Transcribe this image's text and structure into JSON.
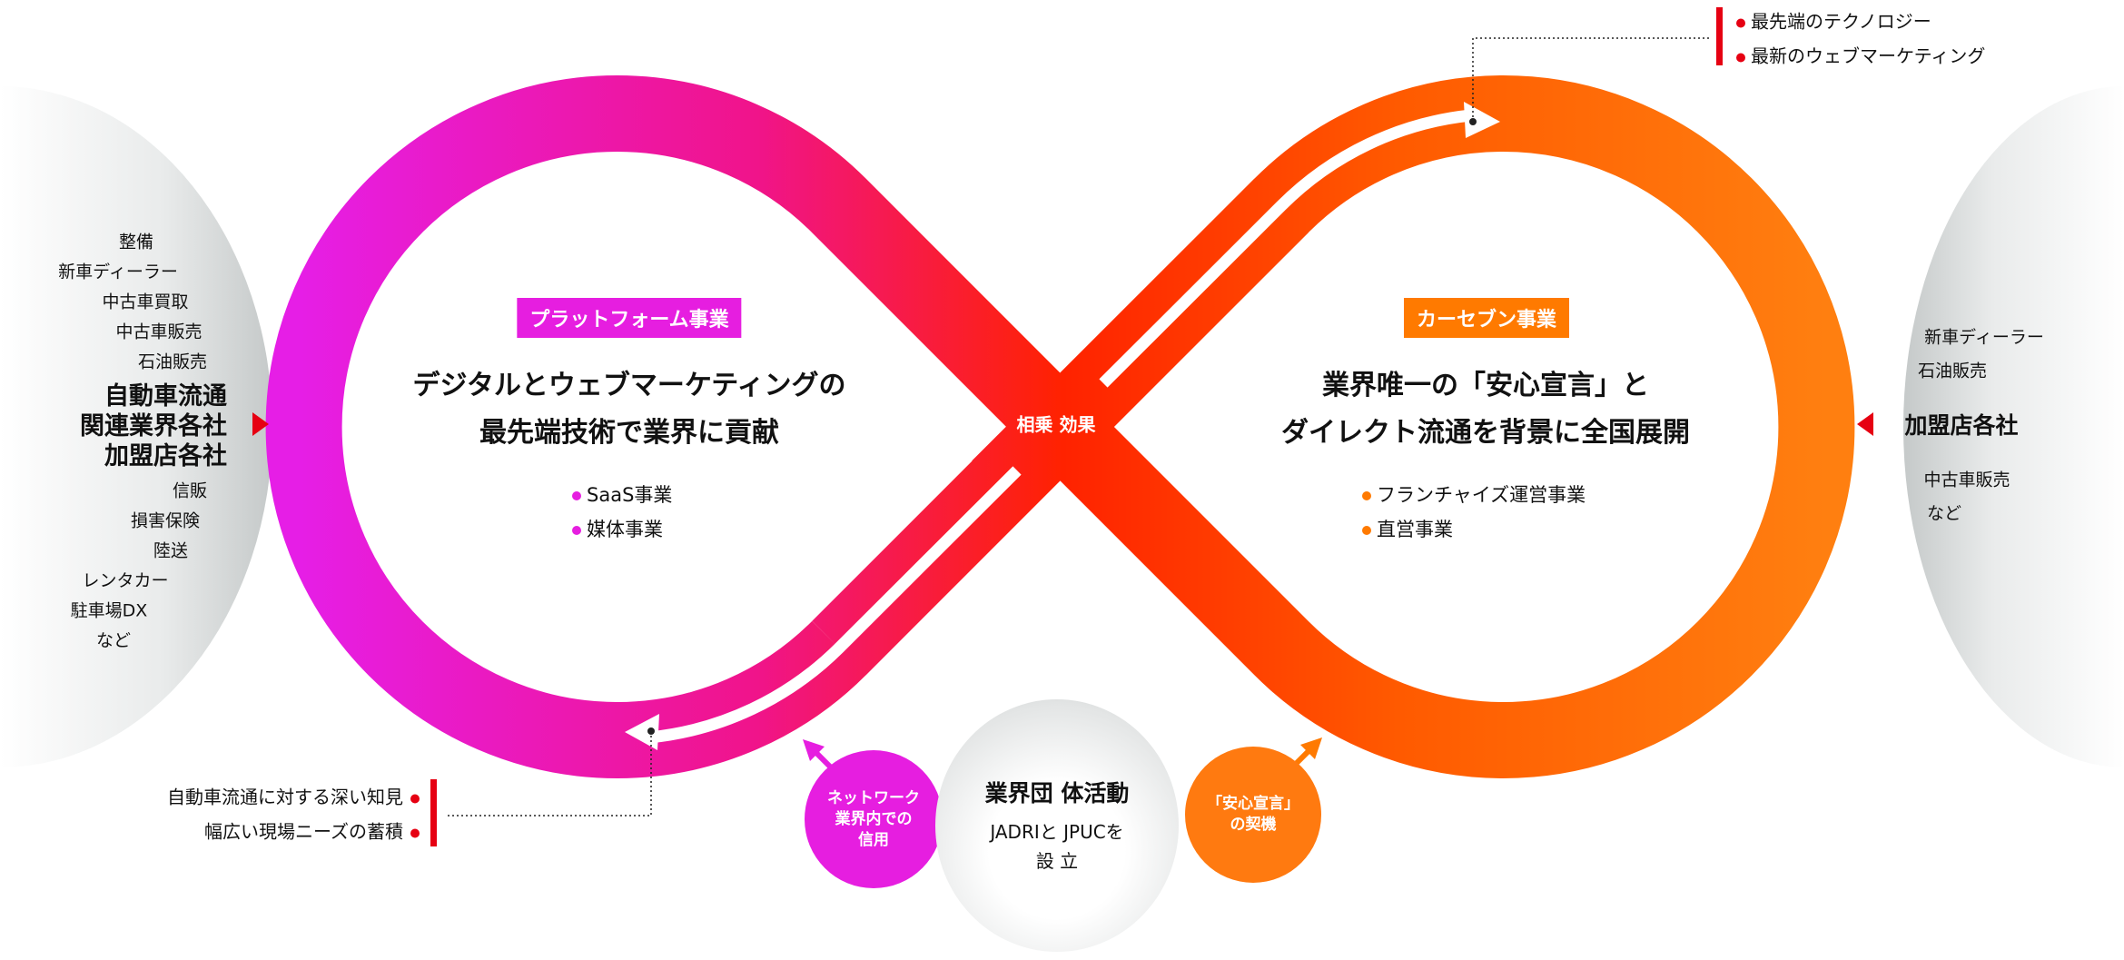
{
  "colors": {
    "magenta": "#e61ee0",
    "red": "#ff2200",
    "orange": "#ff7a00",
    "accent_red": "#e60012"
  },
  "left_side": {
    "items_top": [
      "整備",
      "新車ディーラー",
      "中古車買取",
      "中古車販売",
      "石油販売"
    ],
    "bold": [
      "自動車流通",
      "関連業界各社",
      "加盟店各社"
    ],
    "items_bottom": [
      "信販",
      "損害保険",
      "陸送",
      "レンタカー",
      "駐車場DX",
      "など"
    ]
  },
  "right_side": {
    "items": [
      "新車ディーラー",
      "石油販売"
    ],
    "bold": "加盟店各社",
    "items_bottom": [
      "中古車販売",
      "など"
    ]
  },
  "platform": {
    "tag": "プラットフォーム事業",
    "heading": [
      "デジタルとウェブマーケティングの",
      "最先端技術で業界に貢献"
    ],
    "bullets": [
      "SaaS事業",
      "媒体事業"
    ]
  },
  "carseven": {
    "tag": "カーセブン事業",
    "heading": [
      "業界唯一の「安心宣言」と",
      "ダイレクト流通を背景に全国展開"
    ],
    "bullets": [
      "フランチャイズ運営事業",
      "直営事業"
    ]
  },
  "synergy": "相乗 効果",
  "top_notes": [
    "最先端のテクノロジー",
    "最新のウェブマーケティング"
  ],
  "bottom_notes": [
    "自動車流通に対する深い知見",
    "幅広い現場ニーズの蓄積"
  ],
  "bottom_circles": {
    "network": [
      "ネットワーク",
      "業界内での",
      "信用"
    ],
    "industry": {
      "title": "業界団 体活動",
      "lines": [
        "JADRIと JPUCを",
        "設 立"
      ]
    },
    "anshin": [
      "「安心宣言」",
      "の契機"
    ]
  }
}
